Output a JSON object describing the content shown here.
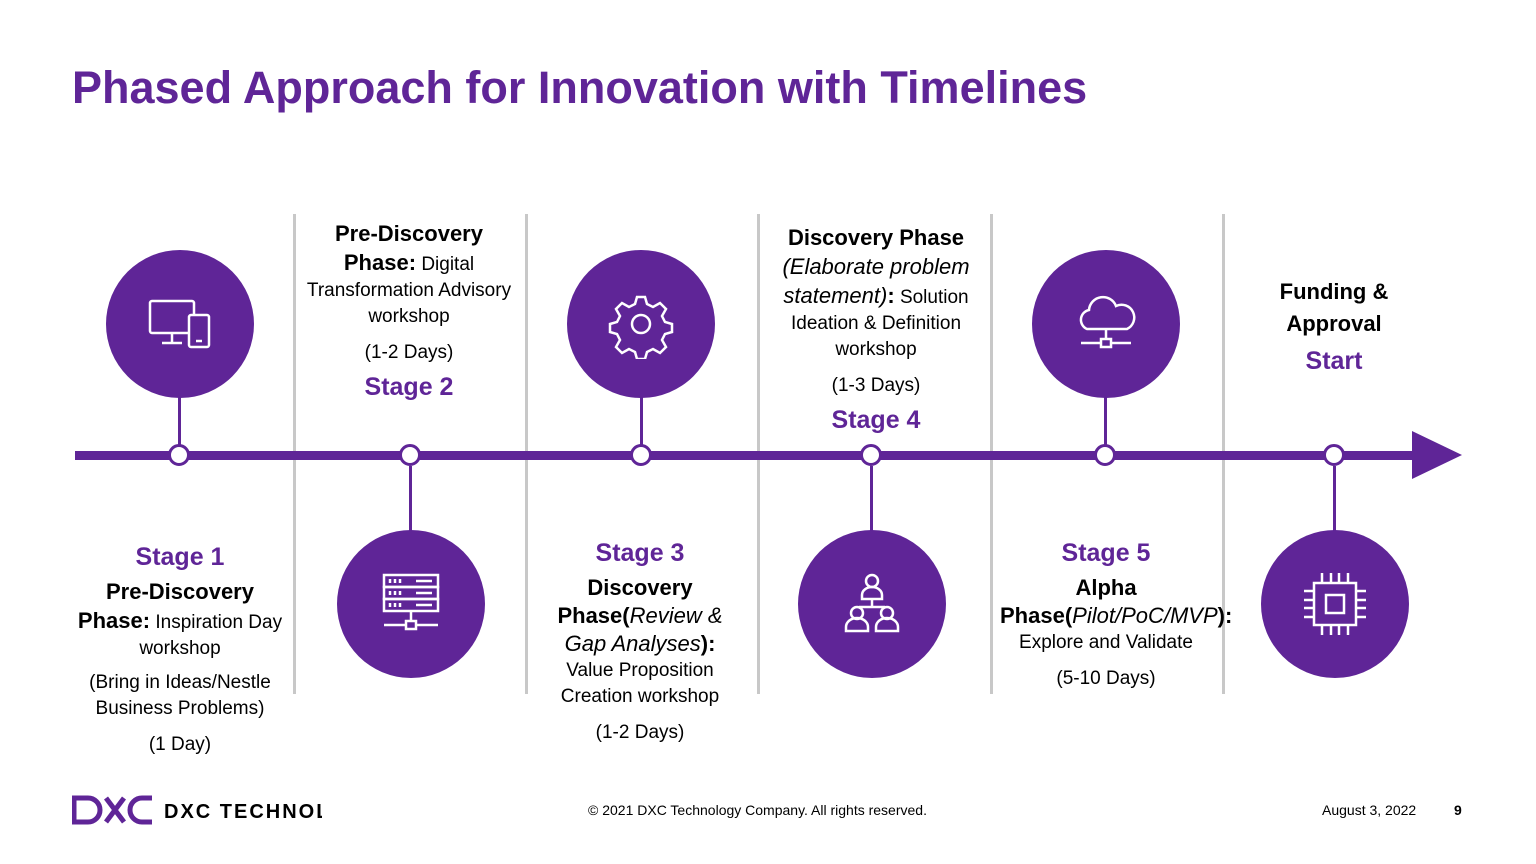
{
  "title": "Phased Approach for Innovation with Timelines",
  "colors": {
    "accent": "#5f2597",
    "divider": "#c8c8c8"
  },
  "stages": [
    {
      "stage": "Stage 1",
      "phase_bold": "Pre-Discovery Phase:",
      "phase_rest": "Inspiration Day workshop",
      "note": "(Bring in Ideas/Nestle Business Problems)",
      "duration": "(1 Day)",
      "icon": "monitor-tablet-icon"
    },
    {
      "stage": "Stage 2",
      "phase_bold": "Pre-Discovery Phase:",
      "phase_rest": "Digital Transformation Advisory workshop",
      "duration": "(1-2 Days)",
      "icon": "server-rack-icon"
    },
    {
      "stage": "Stage 3",
      "phase_bold_a": "Discovery Phase(",
      "phase_italic": "Review & Gap Analyses",
      "phase_bold_b": "):",
      "phase_rest": "Value Proposition Creation workshop",
      "duration": "(1-2 Days)",
      "icon": "gear-icon"
    },
    {
      "stage": "Stage 4",
      "phase_bold_a": "Discovery Phase",
      "phase_italic": "(Elaborate problem statement)",
      "phase_bold_b": ":",
      "phase_rest": "Solution Ideation & Definition workshop",
      "duration": "(1-3 Days)",
      "icon": "team-hierarchy-icon"
    },
    {
      "stage": "Stage 5",
      "phase_bold_a": "Alpha Phase(",
      "phase_italic": "Pilot/PoC/MVP",
      "phase_bold_b": "):",
      "phase_rest": "Explore and Validate",
      "duration": "(5-10 Days)",
      "icon": "cloud-network-icon"
    },
    {
      "heading": "Funding & Approval",
      "stage": "Start",
      "icon": "chip-icon"
    }
  ],
  "footer": {
    "logo": "DXC TECHNOLOGY",
    "copyright": "© 2021 DXC Technology Company. All rights reserved.",
    "date": "August 3, 2022",
    "page": "9"
  }
}
